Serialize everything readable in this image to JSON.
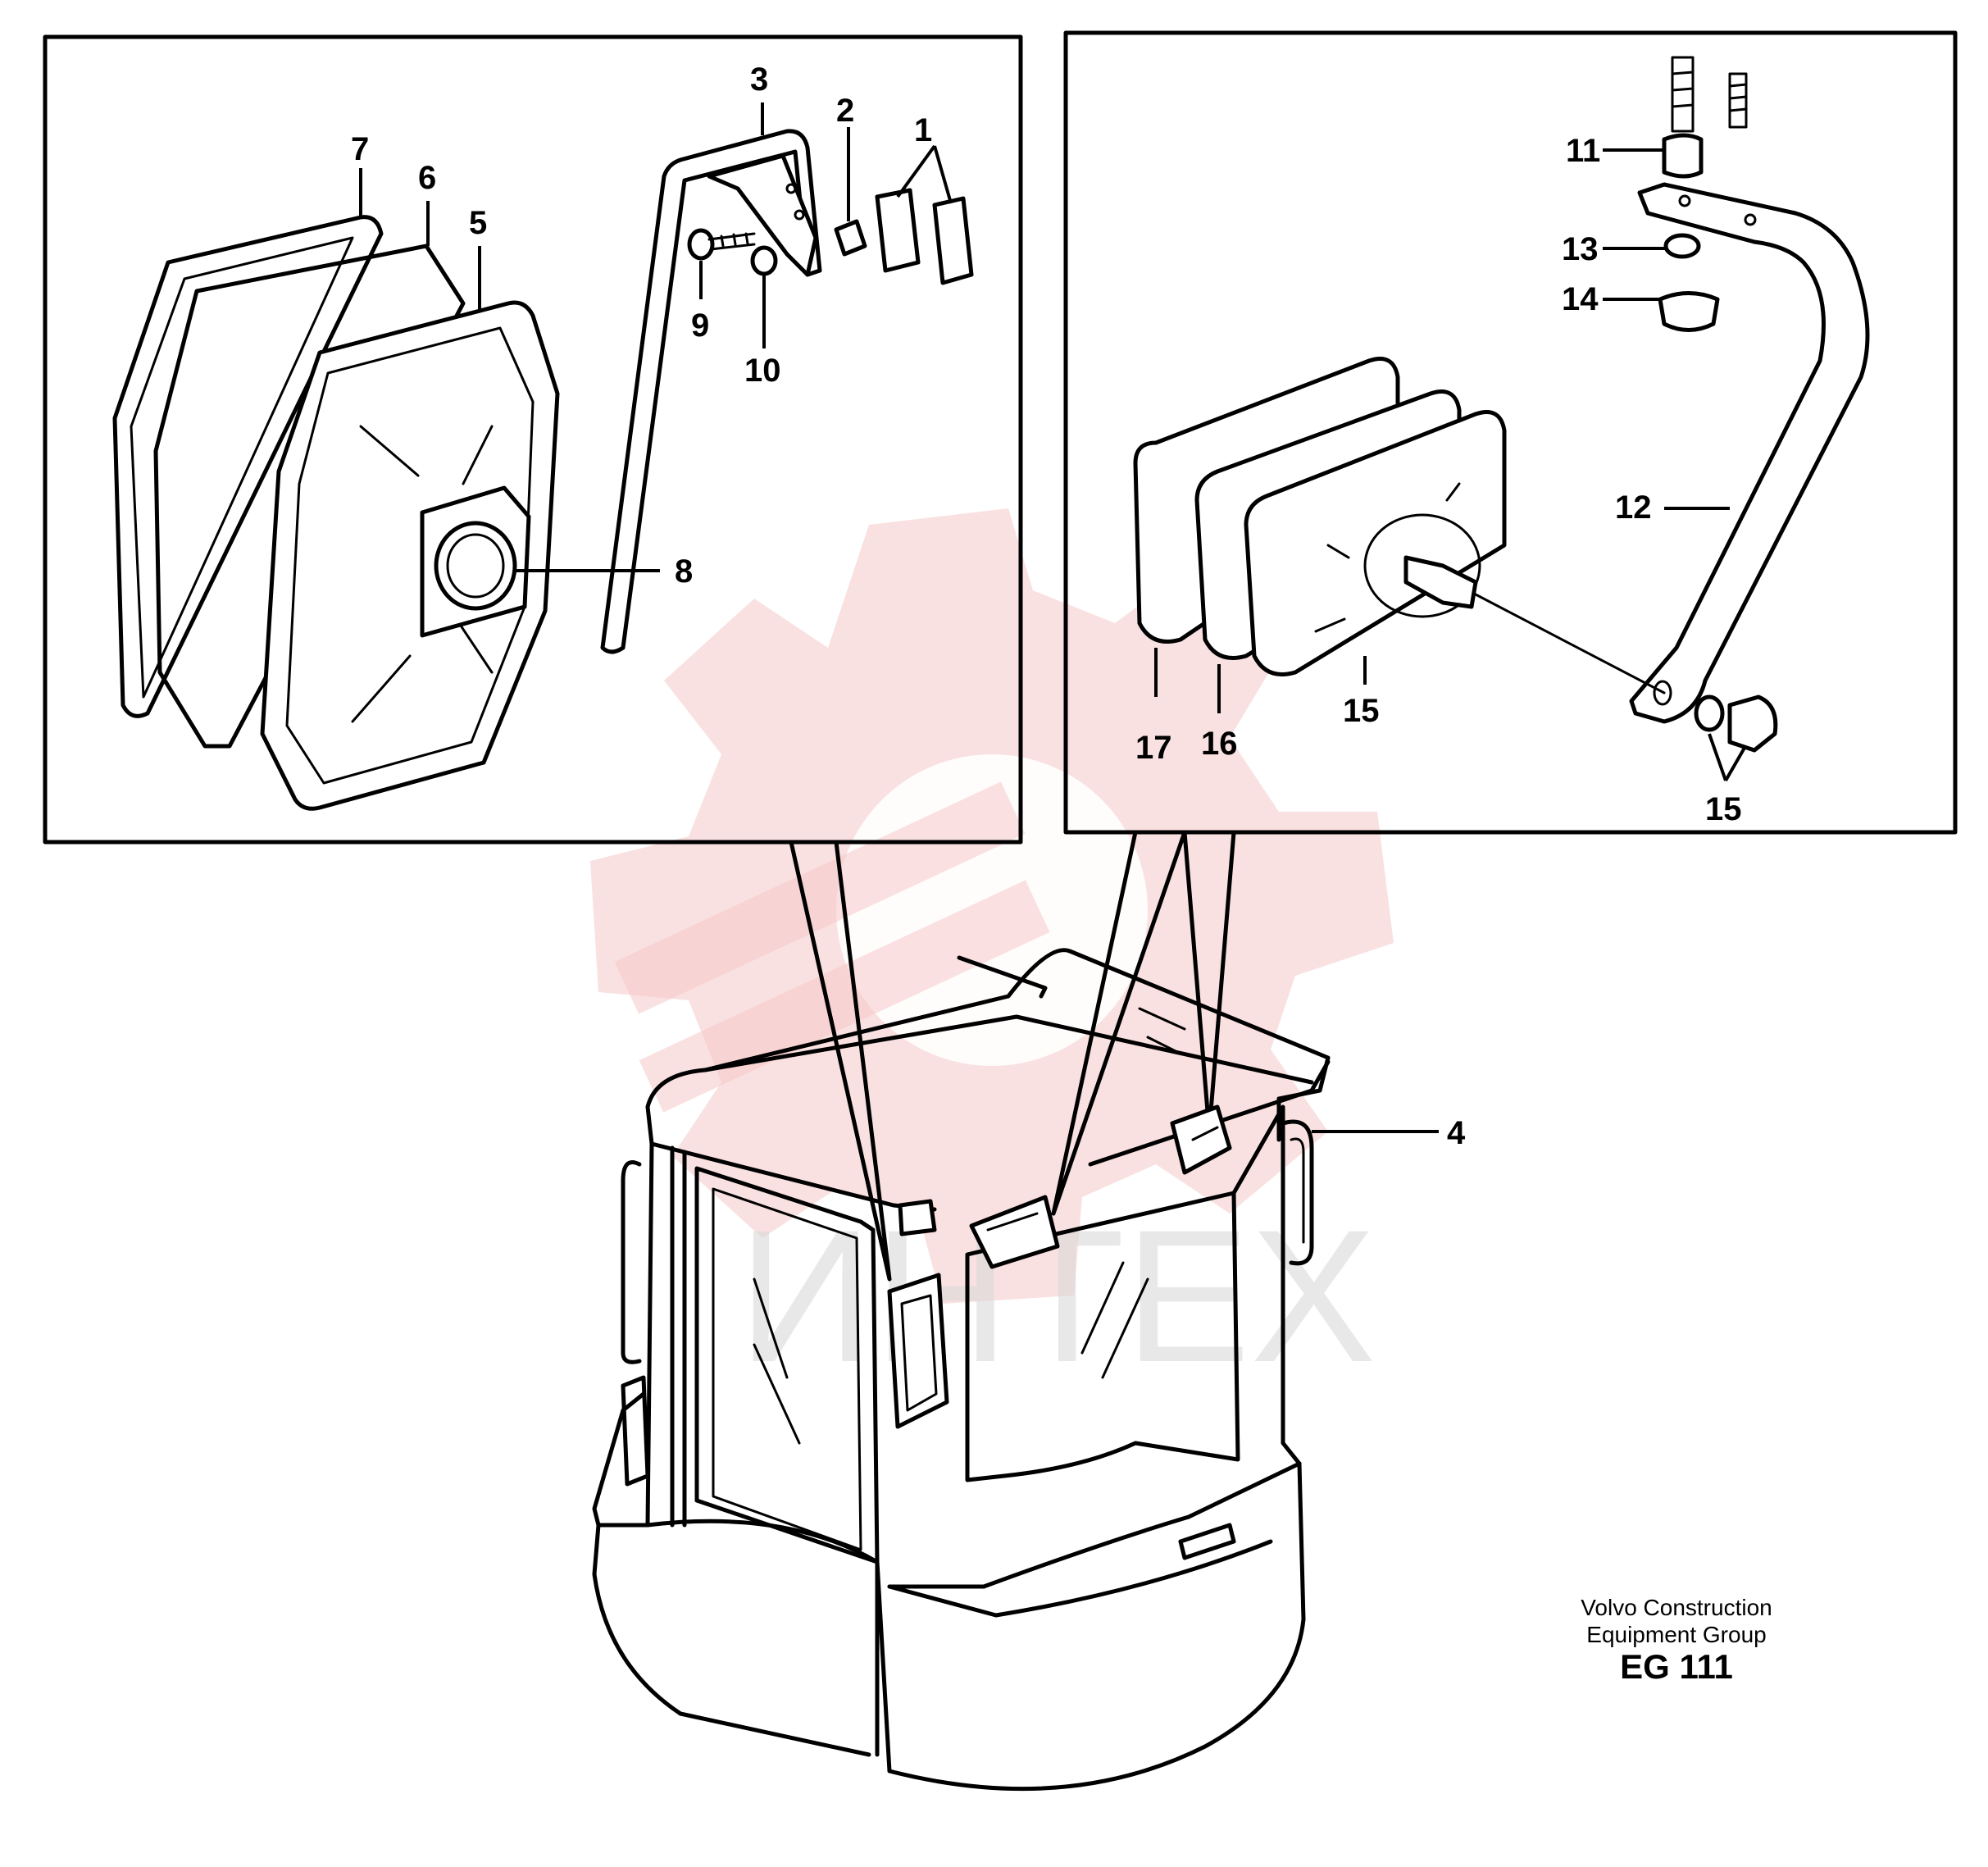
{
  "callouts": {
    "c1": "1",
    "c2": "2",
    "c3": "3",
    "c4": "4",
    "c5": "5",
    "c6": "6",
    "c7": "7",
    "c8": "8",
    "c9": "9",
    "c10": "10",
    "c11": "11",
    "c12": "12",
    "c13": "13",
    "c14": "14",
    "c15a": "15",
    "c15b": "15",
    "c16": "16",
    "c17": "17"
  },
  "caption": {
    "line1": "Volvo Construction",
    "line2": "Equipment Group",
    "code": "EG 111"
  },
  "watermark": {
    "text": "ИНТЕХ"
  }
}
